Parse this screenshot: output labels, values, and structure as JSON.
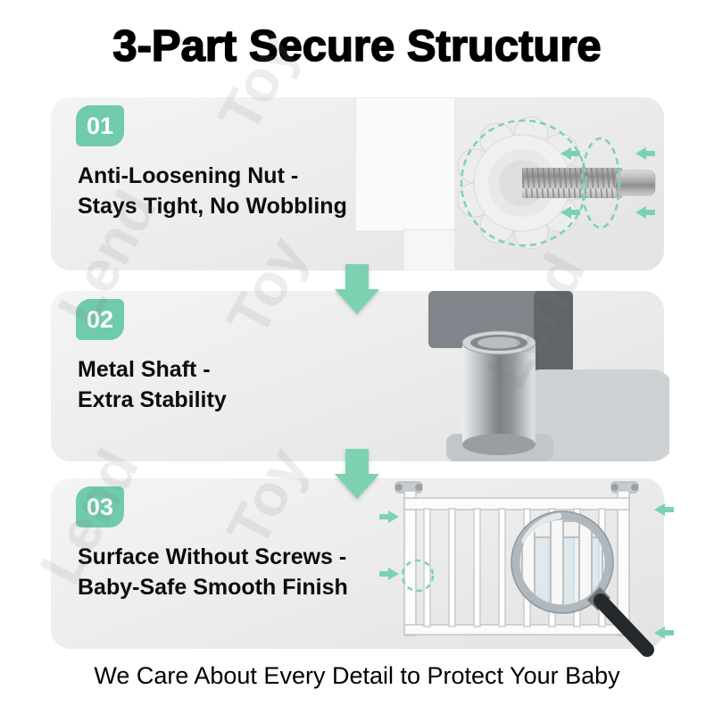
{
  "title": "3-Part Secure Structure",
  "footer": "We Care About Every Detail to Protect Your Baby",
  "watermark": {
    "word_a": "Toy",
    "word_b": "Lend"
  },
  "colors": {
    "accent": "#7cd2b0",
    "badge": "#6fcbaa",
    "panel_bg": "#ededed",
    "title_text": "#000000",
    "body_text": "#111111"
  },
  "icons": {
    "down_arrow": "arrow-down",
    "magnifier": "magnifying-glass",
    "annotation_arrow": "small-arrow"
  },
  "panels": [
    {
      "badge": "01",
      "line1": "Anti-Loosening Nut -",
      "line2": "Stays Tight, No Wobbling",
      "image": "anti-loosening-nut-closeup"
    },
    {
      "badge": "02",
      "line1": "Metal Shaft -",
      "line2": "Extra Stability",
      "image": "metal-shaft-closeup"
    },
    {
      "badge": "03",
      "line1": "Surface Without Screws -",
      "line2": "Baby-Safe Smooth Finish",
      "image": "baby-gate-with-magnifier"
    }
  ]
}
